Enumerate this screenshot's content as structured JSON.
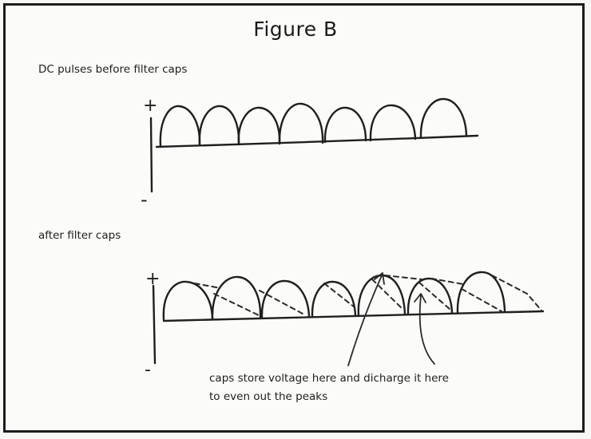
{
  "figure": {
    "title": "Figure B"
  },
  "top_panel": {
    "label": "DC pulses before filter caps",
    "plus_sign": "+",
    "minus_sign": "-",
    "pulse_count": 7
  },
  "bottom_panel": {
    "label": "after filter caps",
    "plus_sign": "+",
    "minus_sign": "-",
    "pulse_count": 7
  },
  "annotation": {
    "line1": "caps store voltage here and dicharge it here",
    "line2": "to even out the peaks"
  },
  "colors": {
    "ink": "#1f1f1f",
    "paper": "#fbfbf9",
    "border": "#1c1c1c"
  }
}
